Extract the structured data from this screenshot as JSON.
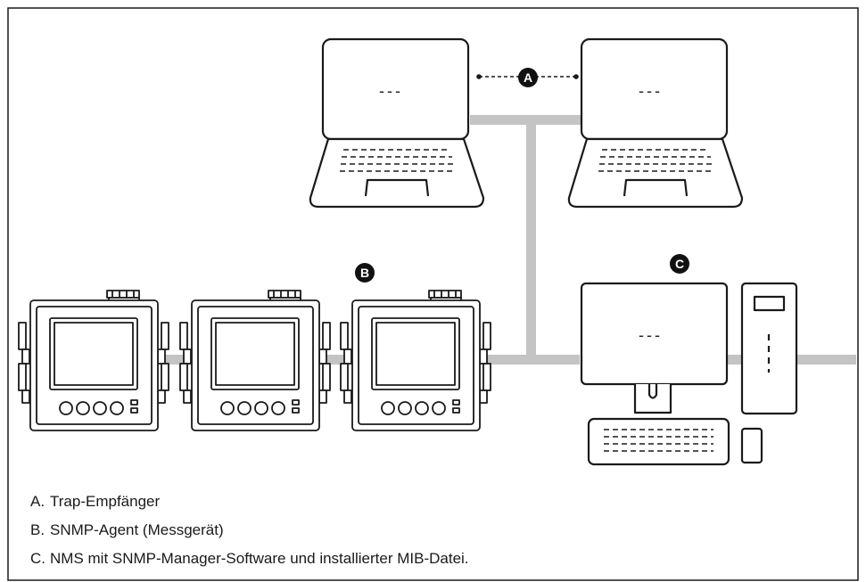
{
  "badges": {
    "a": "A",
    "b": "B",
    "c": "C"
  },
  "screen_text": "---",
  "legend": [
    {
      "letter": "A.",
      "text": "Trap-Empfänger"
    },
    {
      "letter": "B.",
      "text": "SNMP-Agent (Messgerät)"
    },
    {
      "letter": "C.",
      "text": "NMS mit SNMP-Manager-Software und installierter MIB-Datei."
    }
  ],
  "colors": {
    "network_line": "#c4c4c4",
    "outline": "#1a1a1a",
    "badge": "#111111",
    "border": "#1a1a1a"
  }
}
